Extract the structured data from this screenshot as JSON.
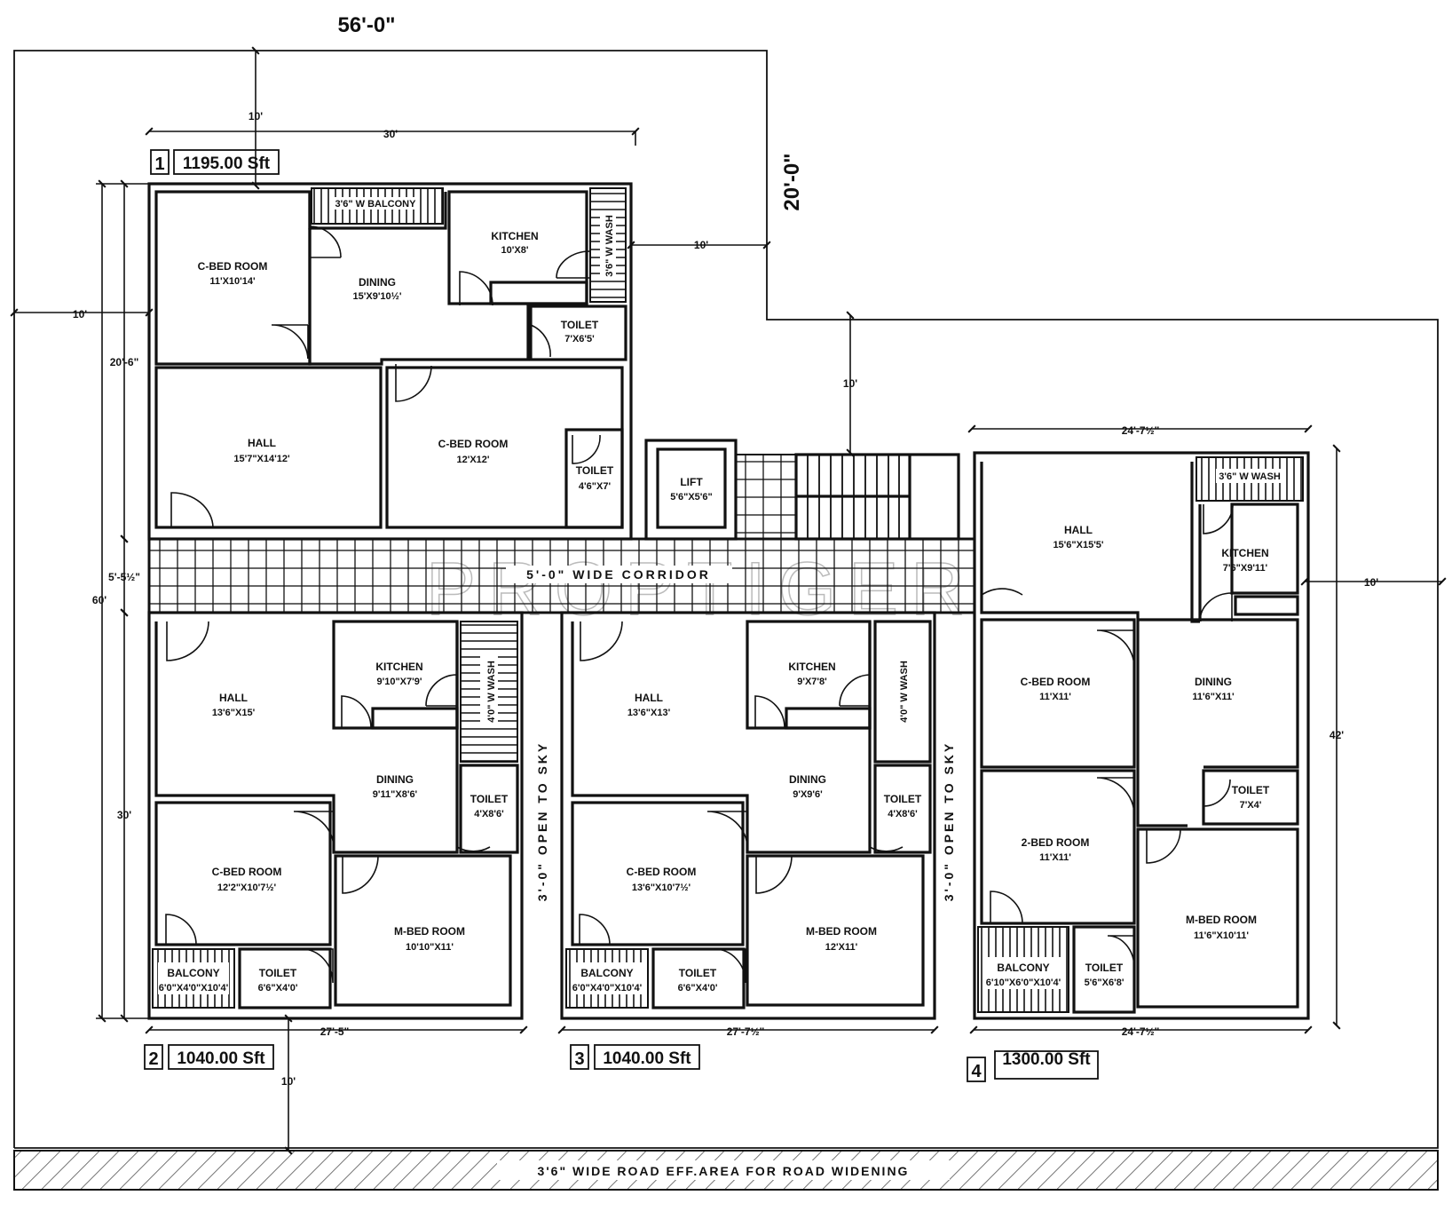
{
  "dims": {
    "plot_width": "56'-0\"",
    "setback_right_vertical": "20'-0\"",
    "top_setback": "10'",
    "unit1_width": "30'",
    "right_of_unit1": "10'",
    "left_setback": "10'",
    "left_upper_height": "20'-6\"",
    "corridor_height": "5'-5½\"",
    "total_height": "60'",
    "left_lower_height": "30'",
    "mid_setback": "10'",
    "unit4_top_width": "24'-7½\"",
    "unit4_right_setback": "10'",
    "unit4_height": "42'",
    "unit2_width": "27'-5\"",
    "unit3_width": "27'-7½\"",
    "unit4_bottom_width": "24'-7½\"",
    "bottom_setback": "10'"
  },
  "units": [
    {
      "number": "1",
      "area": "1195.00 Sft"
    },
    {
      "number": "2",
      "area": "1040.00 Sft"
    },
    {
      "number": "3",
      "area": "1040.00 Sft"
    },
    {
      "number": "4",
      "area": "1300.00 Sft"
    }
  ],
  "rooms": {
    "u1_cbed": {
      "name": "C-BED ROOM",
      "size": "11'X10'14'"
    },
    "u1_dining": {
      "name": "DINING",
      "size": "15'X9'10½'"
    },
    "u1_kitchen": {
      "name": "KITCHEN",
      "size": "10'X8'"
    },
    "u1_toilet1": {
      "name": "TOILET",
      "size": "7'X6'5'"
    },
    "u1_hall": {
      "name": "HALL",
      "size": "15'7\"X14'12'"
    },
    "u1_cbed2": {
      "name": "C-BED ROOM",
      "size": "12'X12'"
    },
    "u1_toilet2": {
      "name": "TOILET",
      "size": "4'6\"X7'"
    },
    "u1_balcony": {
      "name": "3'6\" W BALCONY"
    },
    "u1_wash": {
      "name": "3'6\" W WASH"
    },
    "lift": {
      "name": "LIFT",
      "size": "5'6\"X5'6\""
    },
    "u2_hall": {
      "name": "HALL",
      "size": "13'6\"X15'"
    },
    "u2_kitchen": {
      "name": "KITCHEN",
      "size": "9'10\"X7'9'"
    },
    "u2_wash": {
      "name": "4'0\" W WASH"
    },
    "u2_dining": {
      "name": "DINING",
      "size": "9'11\"X8'6'"
    },
    "u2_toilet": {
      "name": "TOILET",
      "size": "4'X8'6'"
    },
    "u2_cbed": {
      "name": "C-BED ROOM",
      "size": "12'2\"X10'7½'"
    },
    "u2_mbed": {
      "name": "M-BED ROOM",
      "size": "10'10\"X11'"
    },
    "u2_balcony": {
      "name": "BALCONY",
      "size": "6'0\"X4'0\"X10'4'"
    },
    "u2_toilet2": {
      "name": "TOILET",
      "size": "6'6\"X4'0'"
    },
    "u3_hall": {
      "name": "HALL",
      "size": "13'6\"X13'"
    },
    "u3_kitchen": {
      "name": "KITCHEN",
      "size": "9'X7'8'"
    },
    "u3_wash": {
      "name": "4'0\" W WASH"
    },
    "u3_dining": {
      "name": "DINING",
      "size": "9'X9'6'"
    },
    "u3_toilet": {
      "name": "TOILET",
      "size": "4'X8'6'"
    },
    "u3_cbed": {
      "name": "C-BED ROOM",
      "size": "13'6\"X10'7½'"
    },
    "u3_mbed": {
      "name": "M-BED ROOM",
      "size": "12'X11'"
    },
    "u3_balcony": {
      "name": "BALCONY",
      "size": "6'0\"X4'0\"X10'4'"
    },
    "u3_toilet2": {
      "name": "TOILET",
      "size": "6'6\"X4'0'"
    },
    "u4_hall": {
      "name": "HALL",
      "size": "15'6\"X15'5'"
    },
    "u4_wash": {
      "name": "3'6\" W WASH"
    },
    "u4_kitchen": {
      "name": "KITCHEN",
      "size": "7'6\"X9'11'"
    },
    "u4_cbed": {
      "name": "C-BED ROOM",
      "size": "11'X11'"
    },
    "u4_dining": {
      "name": "DINING",
      "size": "11'6\"X11'"
    },
    "u4_toilet": {
      "name": "TOILET",
      "size": "7'X4'"
    },
    "u4_2bed": {
      "name": "2-BED ROOM",
      "size": "11'X11'"
    },
    "u4_mbed": {
      "name": "M-BED ROOM",
      "size": "11'6\"X10'11'"
    },
    "u4_balcony": {
      "name": "BALCONY",
      "size": "6'10\"X6'0\"X10'4'"
    },
    "u4_toilet2": {
      "name": "TOILET",
      "size": "5'6\"X6'8'"
    }
  },
  "labels": {
    "corridor": "5'-0\" WIDE CORRIDOR",
    "open_sky_1": "3'-0\" OPEN TO SKY",
    "open_sky_2": "3'-0\" OPEN TO SKY",
    "road": "3'6\" WIDE ROAD EFF.AREA FOR ROAD WIDENING",
    "watermark": "PROPTIGER"
  }
}
